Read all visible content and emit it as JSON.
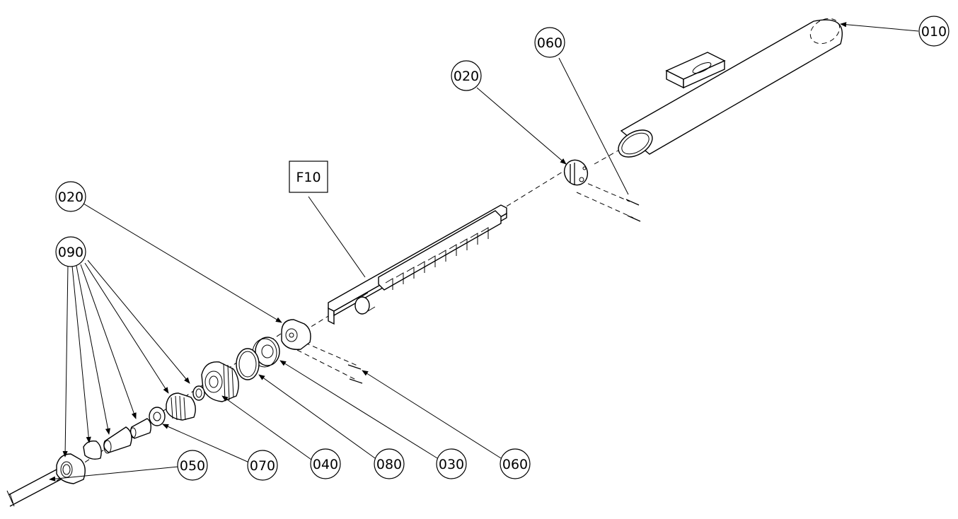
{
  "callouts": {
    "c010": "010",
    "c060_top": "060",
    "c020_top": "020",
    "f10": "F10",
    "c020_left": "020",
    "c090": "090",
    "c050": "050",
    "c070": "070",
    "c040": "040",
    "c080": "080",
    "c030": "030",
    "c060_bottom": "060"
  },
  "colors": {
    "line": "#000000",
    "background": "#ffffff"
  }
}
